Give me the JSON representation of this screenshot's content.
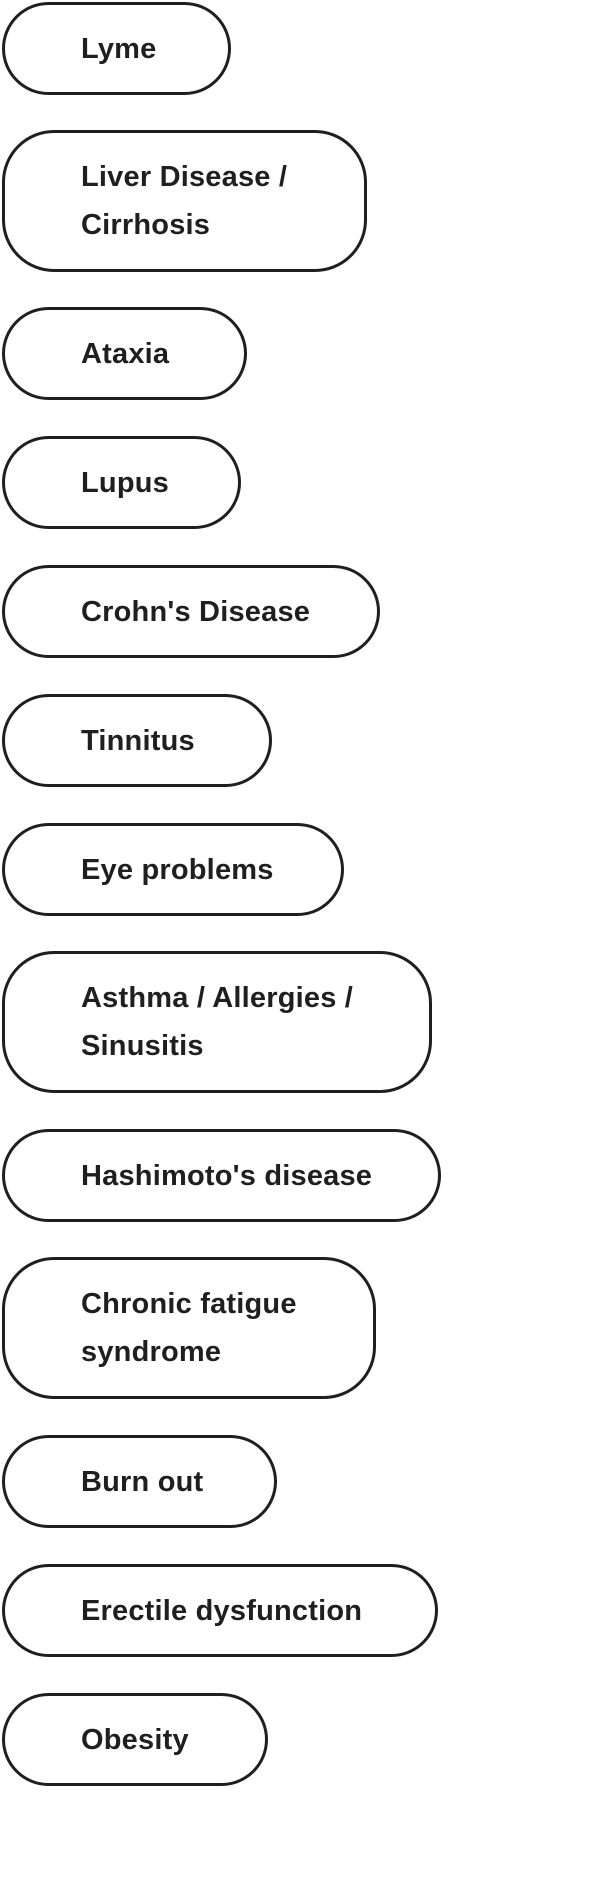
{
  "conditions": [
    "Lyme",
    "Liver Disease / Cirrhosis",
    "Ataxia",
    "Lupus",
    "Crohn's Disease",
    "Tinnitus",
    "Eye problems",
    "Asthma / Allergies / Sinusitis",
    "Hashimoto's disease",
    "Chronic fatigue syndrome",
    "Burn out",
    "Erectile dysfunction",
    "Obesity"
  ],
  "colors": {
    "border": "#1f1f1f",
    "text": "#1f1f1f",
    "background": "#ffffff"
  }
}
